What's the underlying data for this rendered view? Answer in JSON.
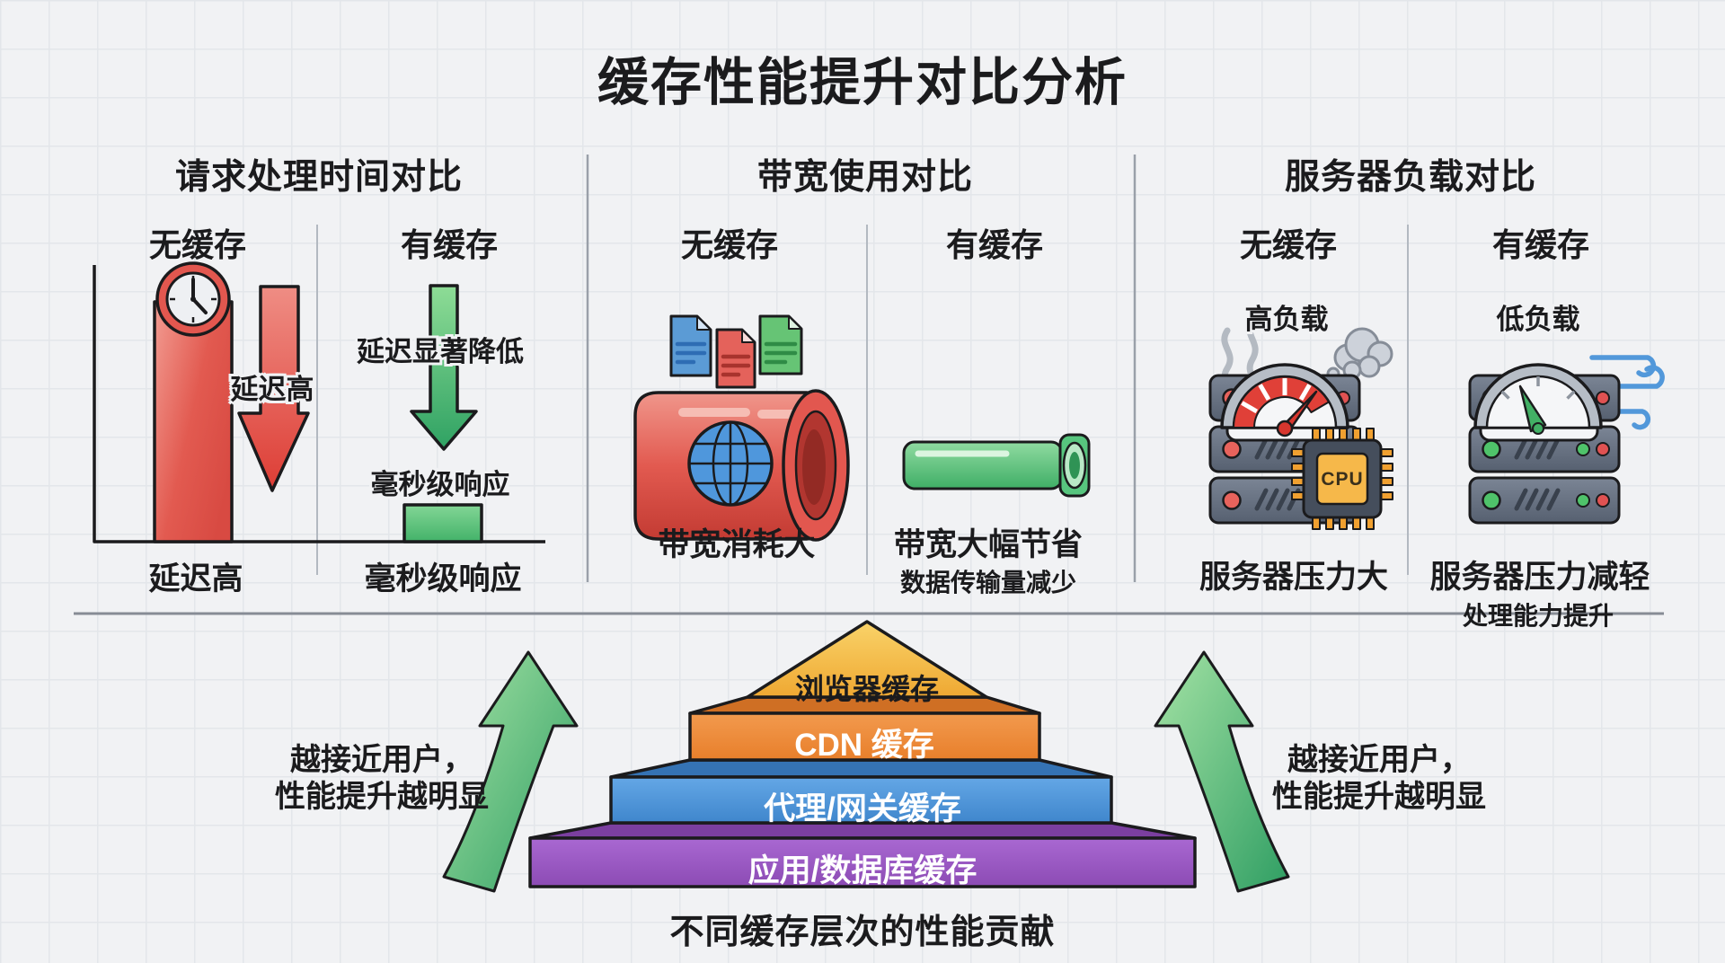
{
  "title": "缓存性能提升对比分析",
  "sections": {
    "latency": {
      "title": "请求处理时间对比",
      "no_cache": "无缓存",
      "with_cache": "有缓存",
      "arrow_label": "延迟高",
      "no_cache_caption": "延迟高",
      "improvement_note": "延迟显著降低",
      "response_note": "毫秒级响应",
      "with_cache_caption": "毫秒级响应"
    },
    "bandwidth": {
      "title": "带宽使用对比",
      "no_cache": "无缓存",
      "with_cache": "有缓存",
      "no_cache_caption": "带宽消耗大",
      "with_cache_caption": "带宽大幅节省",
      "with_cache_subcaption": "数据传输量减少"
    },
    "server": {
      "title": "服务器负载对比",
      "no_cache": "无缓存",
      "with_cache": "有缓存",
      "high_load": "高负载",
      "low_load": "低负载",
      "cpu": "CPU",
      "no_cache_caption": "服务器压力大",
      "with_cache_caption": "服务器压力减轻",
      "with_cache_subcaption": "处理能力提升"
    }
  },
  "pyramid": {
    "caption": "不同缓存层次的性能贡献",
    "note_line1": "越接近用户，",
    "note_line2": "性能提升越明显",
    "layers": [
      {
        "label": "浏览器缓存",
        "color": "#f5c04a"
      },
      {
        "label": "CDN 缓存",
        "color": "#ee8a3a"
      },
      {
        "label": "代理/网关缓存",
        "color": "#4f9ade"
      },
      {
        "label": "应用/数据库缓存",
        "color": "#9a57c4"
      }
    ]
  },
  "palette": {
    "background": "#f1f2f4",
    "grid": "#e3e6ea",
    "ink": "#1b1b1d",
    "negative_red": "#e2574f",
    "positive_green": "#4cbd74",
    "accent_blue": "#4f97dc",
    "cpu_amber": "#f6b84a",
    "server_slate": "#6a7484"
  }
}
